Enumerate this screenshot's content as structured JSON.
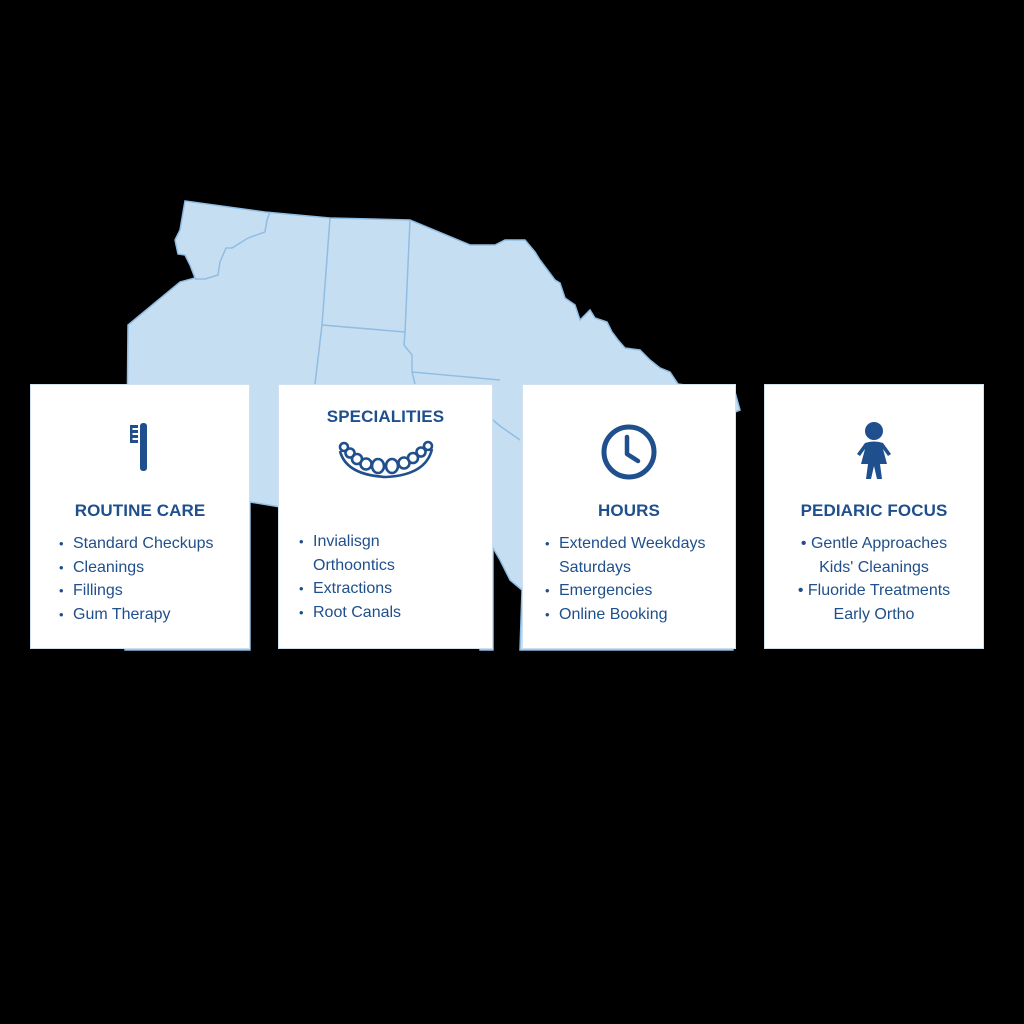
{
  "colors": {
    "background": "#000000",
    "map_fill": "#c6def2",
    "map_border": "#8fbde3",
    "card_bg": "#ffffff",
    "accent": "#1f4f8c"
  },
  "cards": [
    {
      "title": "ROUTINE CARE",
      "icon": "toothbrush-icon",
      "items": [
        {
          "bullet": "•",
          "text": "Standard Checkups"
        },
        {
          "bullet": "•",
          "text": "Cleanings"
        },
        {
          "bullet": "•",
          "text": "Fillings"
        },
        {
          "bullet": "•",
          "text": "Gum Therapy"
        }
      ]
    },
    {
      "title": "SPECIALITIES",
      "icon": "dental-aligner-icon",
      "items": [
        {
          "bullet": "•",
          "text": "Invialisgn"
        },
        {
          "bullet": "",
          "text": "Orthoontics"
        },
        {
          "bullet": "•",
          "text": "Extractions"
        },
        {
          "bullet": "•",
          "text": "Root Canals"
        }
      ]
    },
    {
      "title": "HOURS",
      "icon": "clock-icon",
      "items": [
        {
          "bullet": "•",
          "text": "Extended Weekdays"
        },
        {
          "bullet": "",
          "text": "Saturdays"
        },
        {
          "bullet": "•",
          "text": "Emergencies"
        },
        {
          "bullet": "•",
          "text": "Online Booking"
        }
      ]
    },
    {
      "title": "PEDIARIC FOCUS",
      "icon": "child-icon",
      "items": [
        {
          "bullet": "•",
          "text": "Gentle Approaches"
        },
        {
          "bullet": "",
          "text": "Kids' Cleanings"
        },
        {
          "bullet": "•",
          "text": "Fluoride Treatments"
        },
        {
          "bullet": "",
          "text": "Early Ortho"
        }
      ]
    }
  ]
}
